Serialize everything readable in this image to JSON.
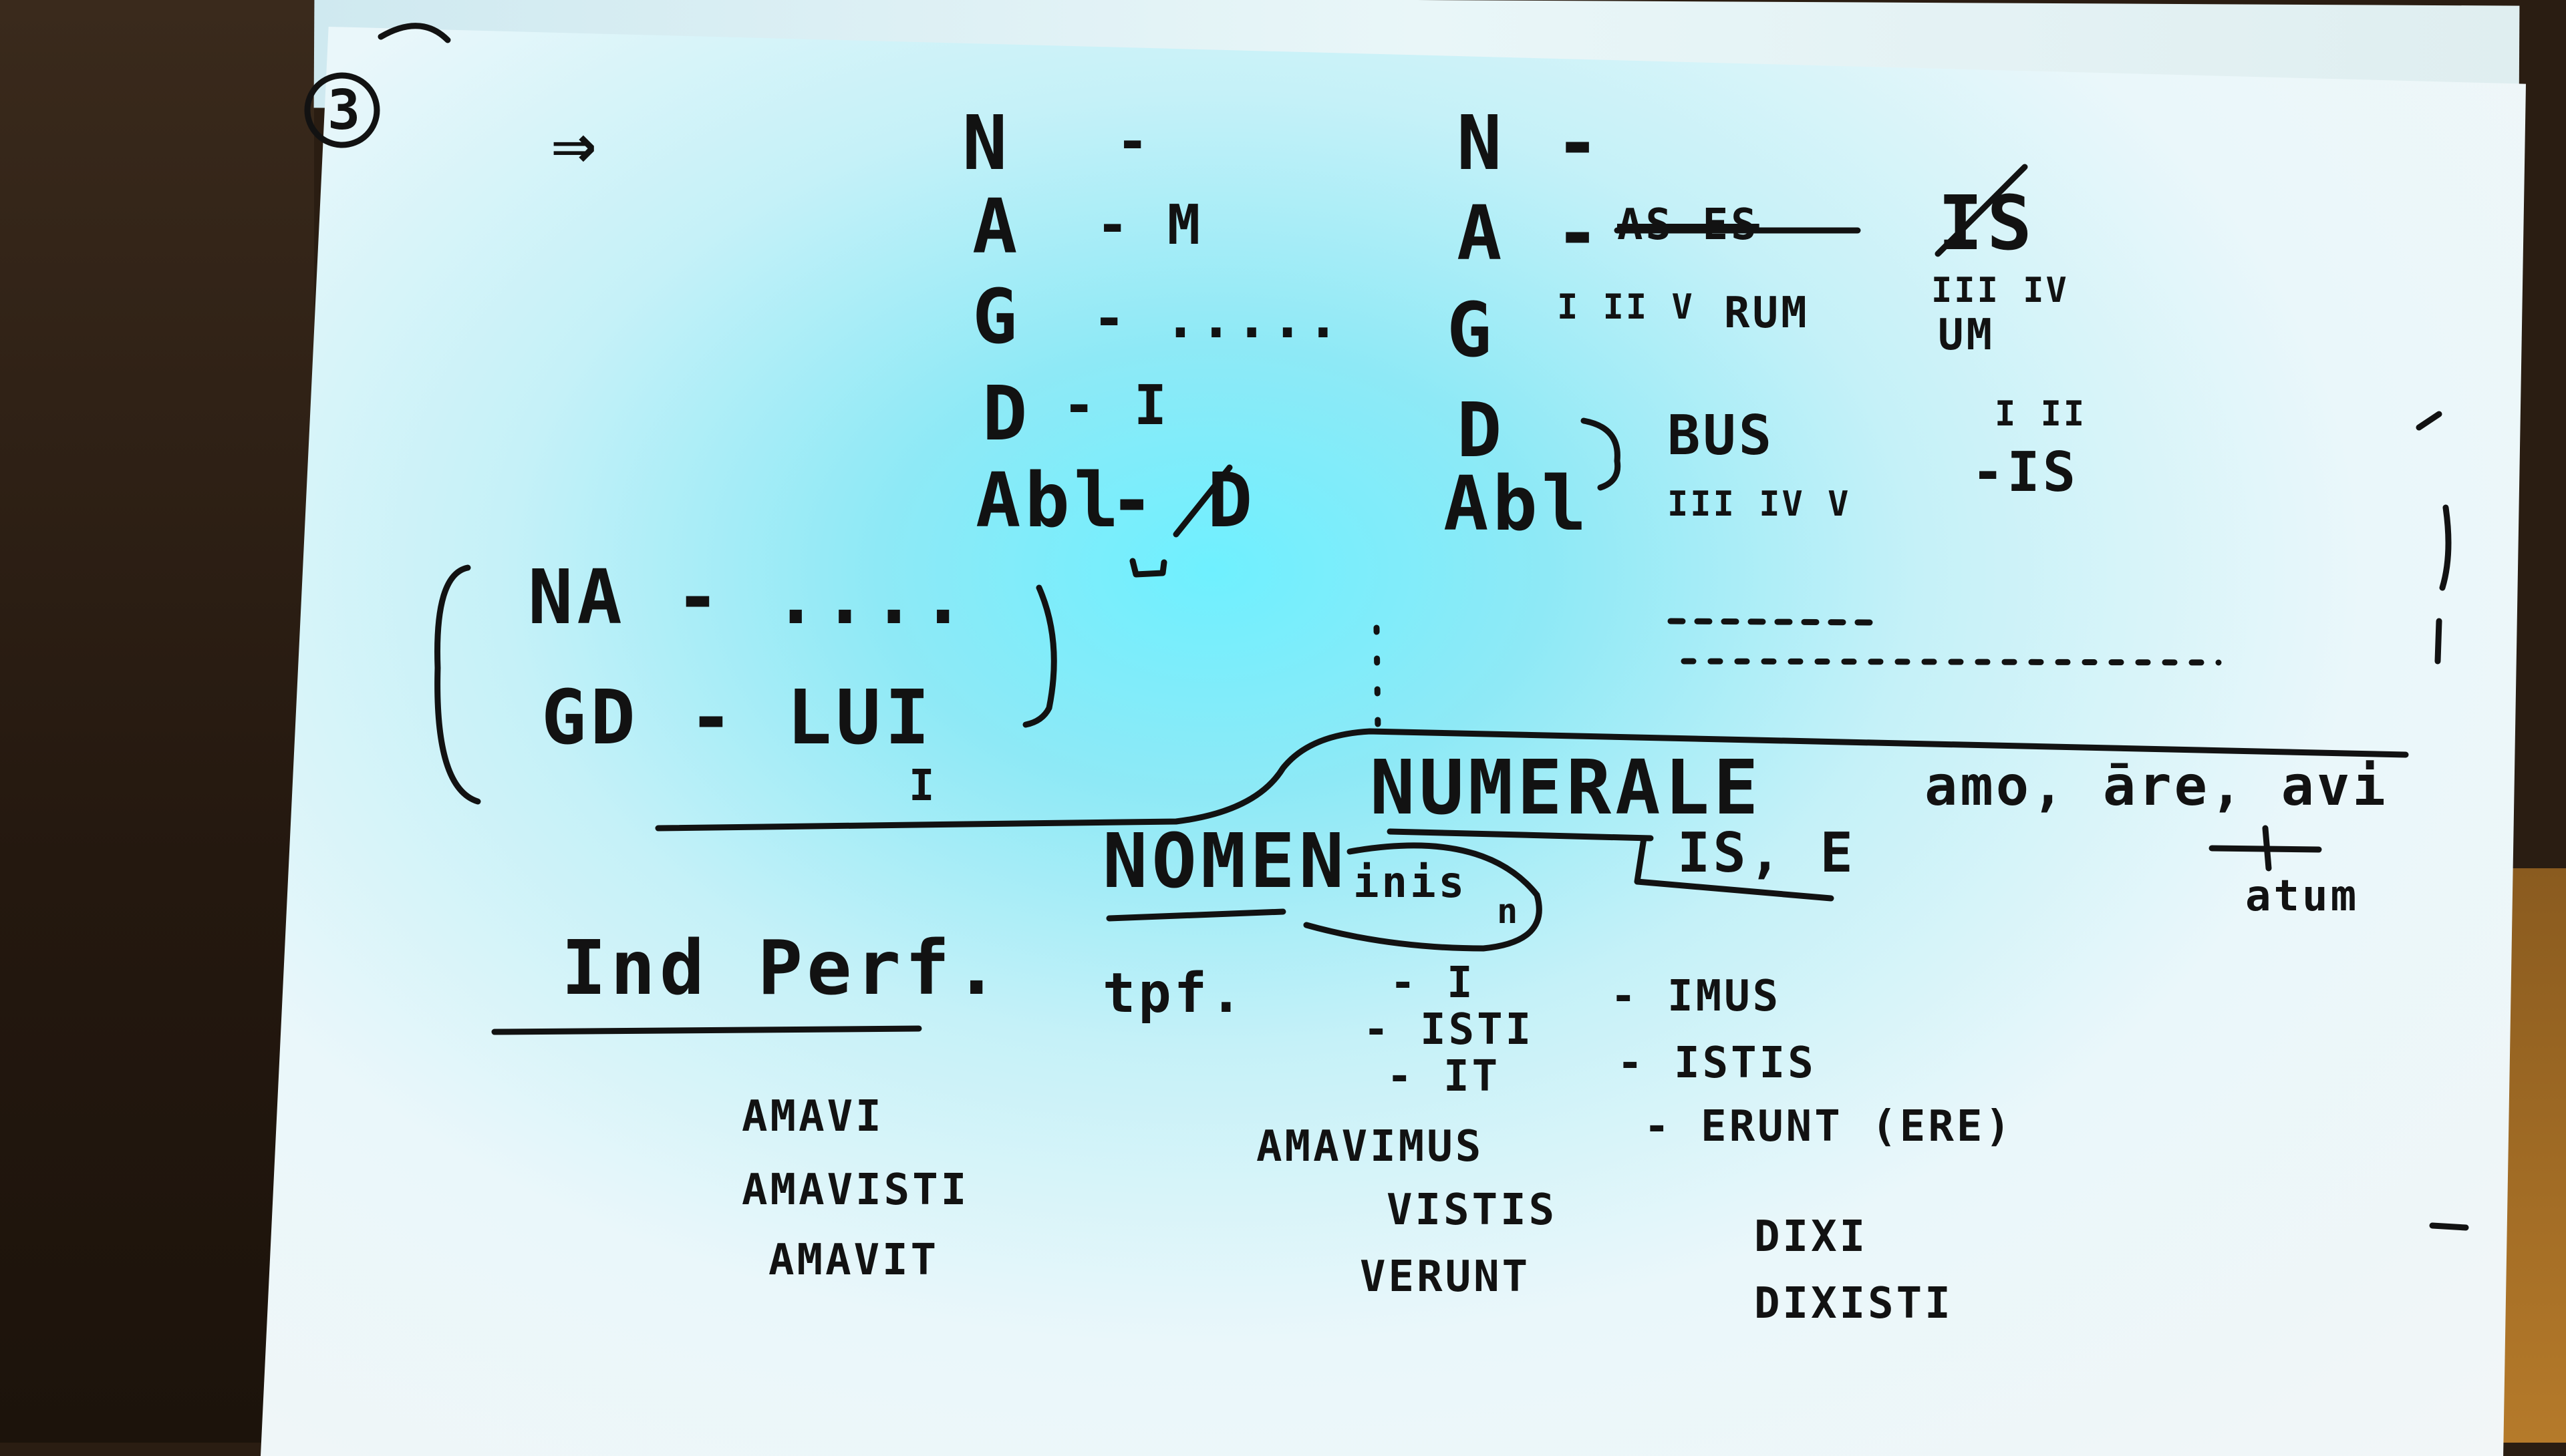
{
  "badge": "3",
  "arrow": "⇒",
  "singular": {
    "rows": [
      {
        "case": "N",
        "ending": "-"
      },
      {
        "case": "A",
        "ending": "- M"
      },
      {
        "case": "G",
        "ending": "- ....."
      },
      {
        "case": "D",
        "ending": "- I"
      },
      {
        "case": "Abl",
        "ending": "- D"
      }
    ]
  },
  "plural": {
    "n": "N -",
    "a": "A -",
    "a_struck": "AS ES",
    "a_right": "IS",
    "g": "G",
    "g_roman": "I II V",
    "g_ending": "RUM",
    "g_right_roman": "III IV",
    "g_right": "UM",
    "d": "D",
    "abl": "Abl",
    "bus": "BUS",
    "bus_roman": "III IV V",
    "right_roman": "I II",
    "right_ending": "-IS"
  },
  "neuter_bracket": {
    "na": "NA - ....",
    "gd": "GD - LUI",
    "gd_sub": "I"
  },
  "headings": {
    "numerale": "NUMERALE",
    "nomen": "NOMEN",
    "inis": "inis",
    "inis_sub": "n",
    "is_e": "IS, E",
    "verb": "amo, āre, avi",
    "atum": "atum"
  },
  "perfect": {
    "title": "Ind Perf.",
    "tpf": "tpf.",
    "endings_sg": [
      "- I",
      "- ISTI",
      "- IT"
    ],
    "endings_pl": [
      "- IMUS",
      "- ISTIS",
      "- ERUNT (ERE)"
    ],
    "amavi_sg": [
      "AMAVI",
      "AMAVISTI",
      "AMAVIT"
    ],
    "amavi_pl": [
      "AMAVIMUS",
      "VISTIS",
      "VERUNT"
    ],
    "dixi": [
      "DIXI",
      "DIXISTI"
    ]
  }
}
